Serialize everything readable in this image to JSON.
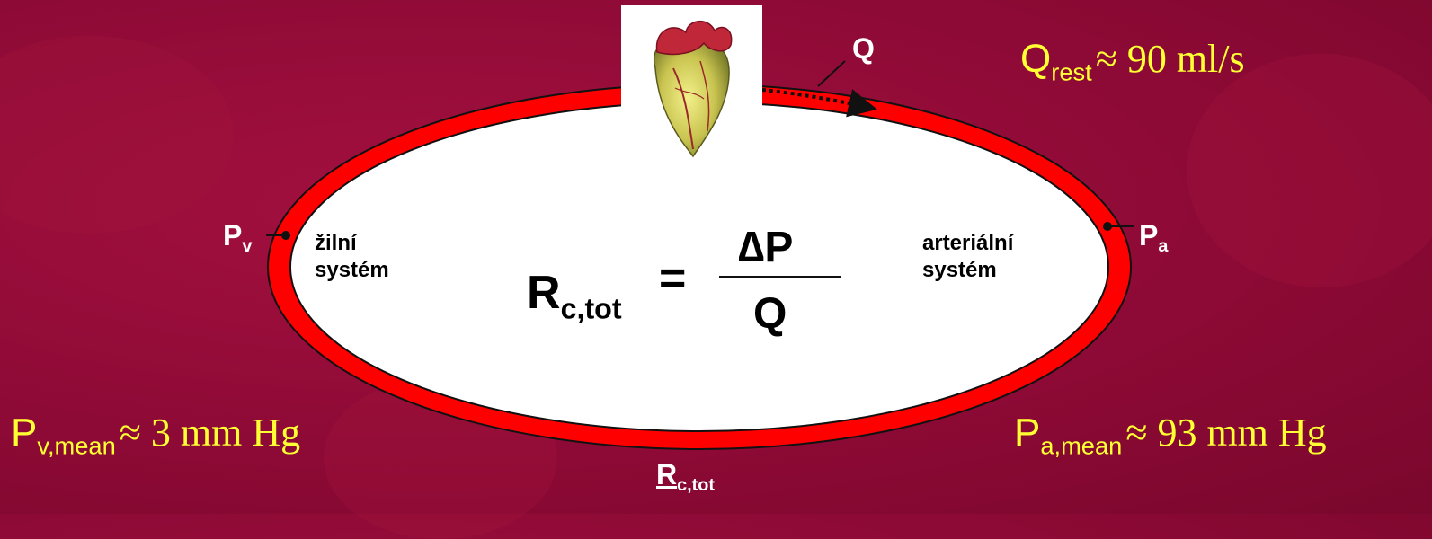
{
  "labels": {
    "q_flow": "Q",
    "q_rest_main": "Q",
    "q_rest_sub": "rest",
    "q_rest_value": "≈ 90 ml/s",
    "pv_main": "P",
    "pv_sub": "v",
    "pa_main": "P",
    "pa_sub": "a",
    "venous_line1": "žilní",
    "venous_line2": "systém",
    "arterial_line1": "arteriální",
    "arterial_line2": "systém",
    "formula_r_main": "R",
    "formula_r_sub": "c,tot",
    "formula_eq": "=",
    "formula_numerator": "∆P",
    "formula_denominator": "Q",
    "pv_mean_main": "P",
    "pv_mean_sub": "v,mean",
    "pv_mean_value": "≈ 3 mm Hg",
    "pa_mean_main": "P",
    "pa_mean_sub": "a,mean",
    "pa_mean_value": "≈ 93 mm Hg",
    "bottom_r_main": "R",
    "bottom_r_sub": "c,tot"
  },
  "colors": {
    "background": "#8e0a36",
    "vessel_ring": "#ff0000",
    "inner_fill": "#ffffff",
    "value_text": "#ffff33",
    "label_text": "#ffffff"
  },
  "icons": {
    "heart": "heart-illustration-icon"
  }
}
